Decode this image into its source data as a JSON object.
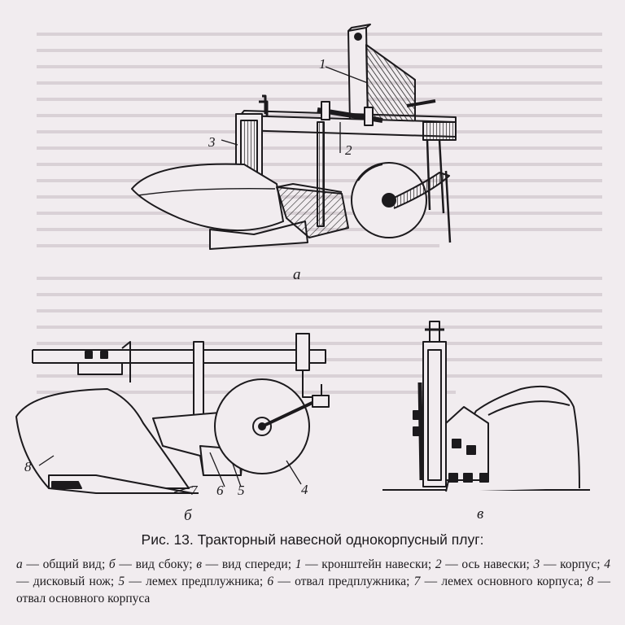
{
  "figure": {
    "caption": "Рис. 13. Тракторный навесной однокорпусный плуг:",
    "legend": [
      {
        "key": "а",
        "text": "общий вид"
      },
      {
        "key": "б",
        "text": "вид сбоку"
      },
      {
        "key": "в",
        "text": "вид спереди"
      },
      {
        "key": "1",
        "text": "кронштейн навески"
      },
      {
        "key": "2",
        "text": "ось навески"
      },
      {
        "key": "3",
        "text": "корпус"
      },
      {
        "key": "4",
        "text": "дисковый нож"
      },
      {
        "key": "5",
        "text": "лемех предплужника"
      },
      {
        "key": "6",
        "text": "отвал предплужника"
      },
      {
        "key": "7",
        "text": "лемех основного корпуса"
      },
      {
        "key": "8",
        "text": "отвал основного корпуса"
      }
    ],
    "views": {
      "a": "а",
      "b": "б",
      "v": "в"
    },
    "callouts": {
      "c1": "1",
      "c2": "2",
      "c3": "3",
      "c4": "4",
      "c5": "5",
      "c6": "6",
      "c7": "7",
      "c8": "8"
    }
  }
}
